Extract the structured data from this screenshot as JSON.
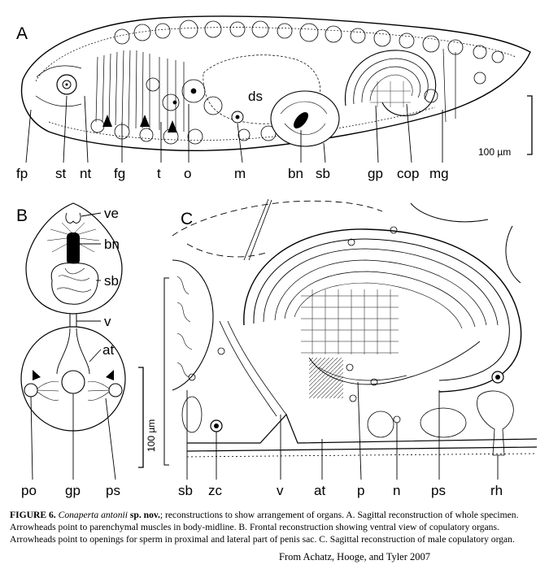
{
  "panel_a": {
    "letter": "A",
    "labels": [
      "fp",
      "st",
      "nt",
      "fg",
      "t",
      "o",
      "m",
      "bn",
      "sb",
      "gp",
      "cop",
      "mg"
    ],
    "inner_label": "ds",
    "scale_bar": "100 µm"
  },
  "panel_b": {
    "letter": "B",
    "right_labels": [
      "ve",
      "bn",
      "sb",
      "v",
      "at"
    ],
    "bottom_labels": [
      "po",
      "gp",
      "ps"
    ],
    "scale_bar": "100 µm"
  },
  "panel_c": {
    "letter": "C",
    "labels": [
      "sb",
      "zc",
      "v",
      "at",
      "p",
      "n",
      "ps",
      "rh"
    ]
  },
  "caption": {
    "figure": "FIGURE 6.",
    "species": "Conaperta antonii",
    "sp_nov": "sp. nov.",
    "text": "; reconstructions to show arrangement of organs. A. Sagittal reconstruction of whole specimen. Arrowheads point to parenchymal muscles in body-midline. B. Frontal reconstruction showing ventral view of copulatory organs. Arrowheads point to openings for sperm in proximal and lateral part of penis sac. C. Sagittal reconstruction of male copulatory organ."
  },
  "credit": "From Achatz, Hooge, and Tyler 2007",
  "icons": [
    "arrowhead-icon"
  ]
}
